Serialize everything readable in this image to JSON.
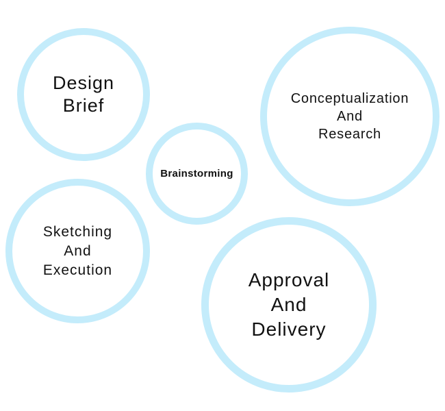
{
  "style": {
    "ring_color": "#c4ecfb",
    "text_color": "#111111",
    "background": "#ffffff"
  },
  "diagram": {
    "nodes": [
      {
        "id": "design-brief",
        "label": "Design\nBrief"
      },
      {
        "id": "brainstorming",
        "label": "Brainstorming"
      },
      {
        "id": "conceptualization",
        "label": "Conceptualization\nAnd\nResearch"
      },
      {
        "id": "sketching",
        "label": "Sketching\nAnd\nExecution"
      },
      {
        "id": "approval",
        "label": "Approval\nAnd\nDelivery"
      }
    ]
  }
}
